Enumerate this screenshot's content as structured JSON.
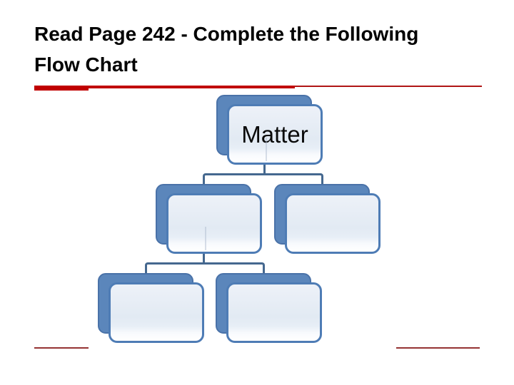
{
  "title": {
    "line1": "Read Page 242 - Complete the Following",
    "line2": "Flow Chart"
  },
  "diagram": {
    "type": "hierarchy-flow-chart",
    "root": {
      "label": "Matter"
    },
    "level2": [
      {
        "label": ""
      },
      {
        "label": ""
      }
    ],
    "level3": [
      {
        "label": ""
      },
      {
        "label": ""
      }
    ],
    "edges": [
      [
        "root",
        "level2-left"
      ],
      [
        "root",
        "level2-right"
      ],
      [
        "level2-left",
        "level3-left"
      ],
      [
        "level2-left",
        "level3-right"
      ]
    ]
  },
  "colors": {
    "accent-red": "#c00000",
    "footer-red": "#953333",
    "node-back": "#5b86bb",
    "node-back-border": "#4a72a8",
    "node-border": "#4e7cb5",
    "node-fill-top": "#edf1f8",
    "node-fill-mid": "#e2eaf3",
    "connector": "#45688f",
    "title-color": "#000000"
  }
}
